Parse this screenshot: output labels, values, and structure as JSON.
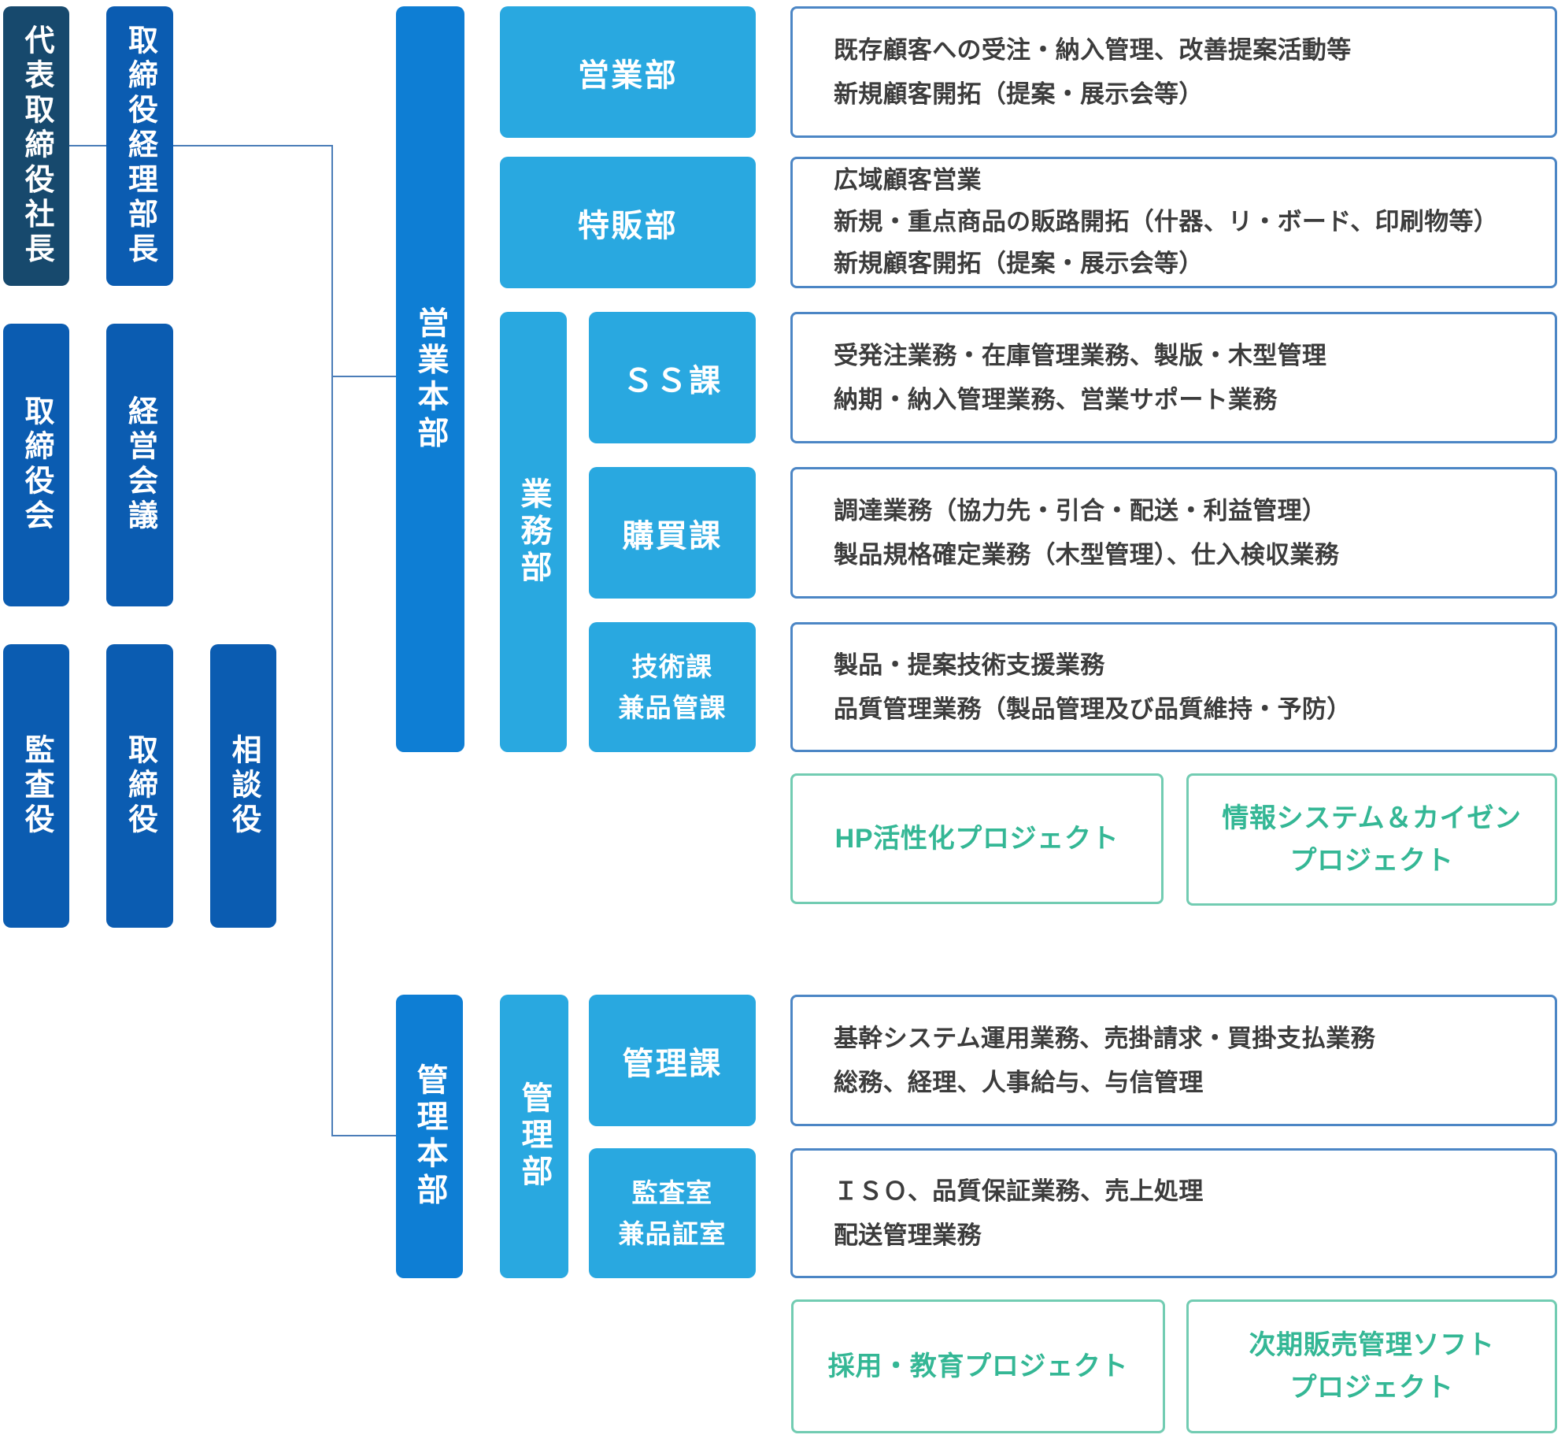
{
  "palette": {
    "navy": "#17496d",
    "blue": "#0b5cb1",
    "bright_blue": "#0e7ed4",
    "light_blue": "#29a8e0",
    "desc_border": "#4c86c5",
    "desc_text": "#3c3c3c",
    "green_border": "#72ccb2",
    "green_text": "#34b795",
    "connector": "#4b7db8",
    "background": "#ffffff"
  },
  "governance": {
    "president": "代表取締役社長",
    "accounting_director": "取締役経理部長",
    "board": "取締役会",
    "management_meeting": "経営会議",
    "auditor": "監査役",
    "director": "取締役",
    "advisor": "相談役"
  },
  "sales_hq": {
    "label": "営業本部",
    "sales_dept": "営業部",
    "special_sales_dept": "特販部",
    "operations_dept": "業務部",
    "ss_section": "ＳＳ課",
    "purchasing_section": "購買課",
    "engineering_section": "技術課\n兼品管課"
  },
  "admin_hq": {
    "label": "管理本部",
    "admin_dept": "管理部",
    "admin_section": "管理課",
    "audit_office": "監査室\n兼品証室"
  },
  "descriptions": {
    "sales_dept": "既存顧客への受注・納入管理、改善提案活動等\n新規顧客開拓（提案・展示会等）",
    "special_sales_dept": "広域顧客営業\n新規・重点商品の販路開拓（什器、リ・ボード、印刷物等）\n新規顧客開拓（提案・展示会等）",
    "ss_section": "受発注業務・在庫管理業務、製版・木型管理\n納期・納入管理業務、営業サポート業務",
    "purchasing_section": "調達業務（協力先・引合・配送・利益管理）\n製品規格確定業務（木型管理）、仕入検収業務",
    "engineering_section": "製品・提案技術支援業務\n品質管理業務（製品管理及び品質維持・予防）",
    "admin_section": "基幹システム運用業務、売掛請求・買掛支払業務\n総務、経理、人事給与、与信管理",
    "audit_office": "ＩＳＯ、品質保証業務、売上処理\n配送管理業務"
  },
  "projects": {
    "hp": "HP活性化プロジェクト",
    "it_kaizen": "情報システム＆カイゼン\nプロジェクト",
    "recruitment": "採用・教育プロジェクト",
    "next_sales_software": "次期販売管理ソフト\nプロジェクト"
  }
}
